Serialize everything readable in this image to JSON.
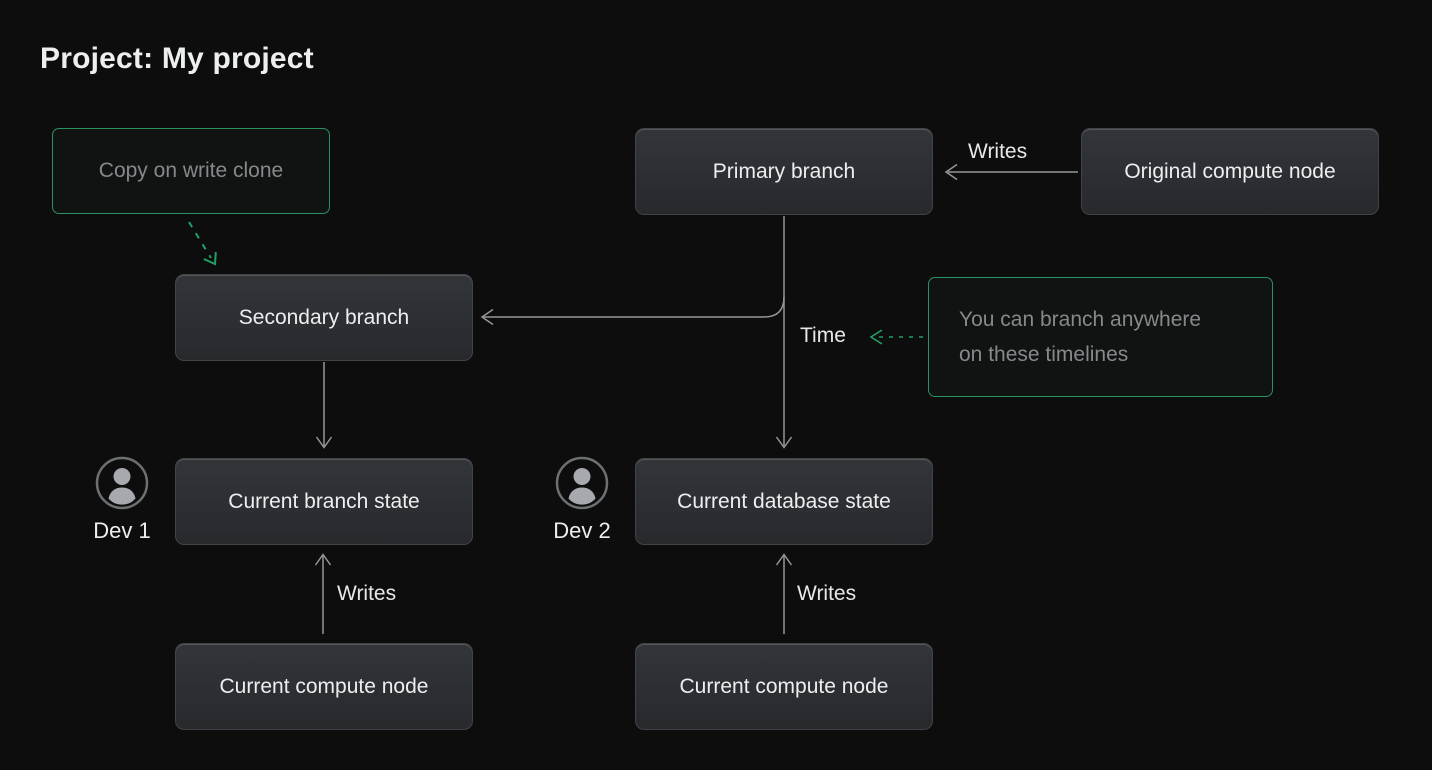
{
  "title": "Project: My project",
  "colors": {
    "background": "#0c0d0c",
    "accent_green": "#2a9162",
    "accent_green_arrow": "#1fa065",
    "connector_gray": "#94979a",
    "node_text": "#eceef0",
    "note_text": "#85898c"
  },
  "nodes": {
    "copy_on_write_clone": {
      "label": "Copy on write clone"
    },
    "primary_branch": {
      "label": "Primary branch"
    },
    "original_compute_node": {
      "label": "Original compute node"
    },
    "secondary_branch": {
      "label": "Secondary branch"
    },
    "current_branch_state": {
      "label": "Current branch state"
    },
    "current_database_state": {
      "label": "Current database state"
    },
    "current_compute_node_left": {
      "label": "Current compute node"
    },
    "current_compute_node_right": {
      "label": "Current compute node"
    }
  },
  "annotations": {
    "branch_note_line1": "You can branch anywhere",
    "branch_note_line2": "on these timelines",
    "writes_top": "Writes",
    "writes_left": "Writes",
    "writes_right": "Writes",
    "time": "Time"
  },
  "devs": {
    "dev1": "Dev 1",
    "dev2": "Dev 2"
  }
}
